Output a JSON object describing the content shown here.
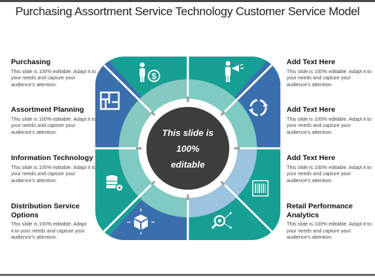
{
  "title": "Purchasing Assortment Service Technology Customer Service Model",
  "center_text": [
    "This slide is",
    "100%",
    "editable"
  ],
  "colors": {
    "teal": "#179f94",
    "blue": "#3a6fae",
    "light_teal": "#7fcac2",
    "light_blue": "#8ab0d6",
    "center": "#3d3d3d"
  },
  "left_items": [
    {
      "heading": "Purchasing",
      "body": "This slide is 100% editable. Adapt it to your needs and capture your audience's attention."
    },
    {
      "heading": "Assortment Planning",
      "body": "This slide is 100% editable. Adapt it to your needs and capture your audience's attention."
    },
    {
      "heading": "Information Technology",
      "body": "This slide is 100% editable. Adapt it to your needs and capture your audience's attention."
    },
    {
      "heading": "Distribution Service Options",
      "body": "This slide is 100% editable. Adapt it to your needs and capture your audience's attention."
    }
  ],
  "right_items": [
    {
      "heading": "Add Text Here",
      "body": "This slide is 100% editable. Adapt it to your needs and capture your audience's attention."
    },
    {
      "heading": "Add Text Here",
      "body": "This slide is 100% editable. Adapt it to your needs and capture your audience's attention."
    },
    {
      "heading": "Add Text Here",
      "body": "This slide is 100% editable. Adapt it to your needs and capture your audience's attention."
    },
    {
      "heading": "Retail Performance Analytics",
      "body": "This slide is 100% editable. Adapt it to your needs and capture your audience's attention."
    }
  ],
  "segment_icons": [
    "purchase-dollar-icon",
    "speaker-megaphone-icon",
    "recycle-icon",
    "barcode-icon",
    "analytics-magnifier-icon",
    "distribution-box-icon",
    "database-gear-icon",
    "floor-plan-icon"
  ]
}
